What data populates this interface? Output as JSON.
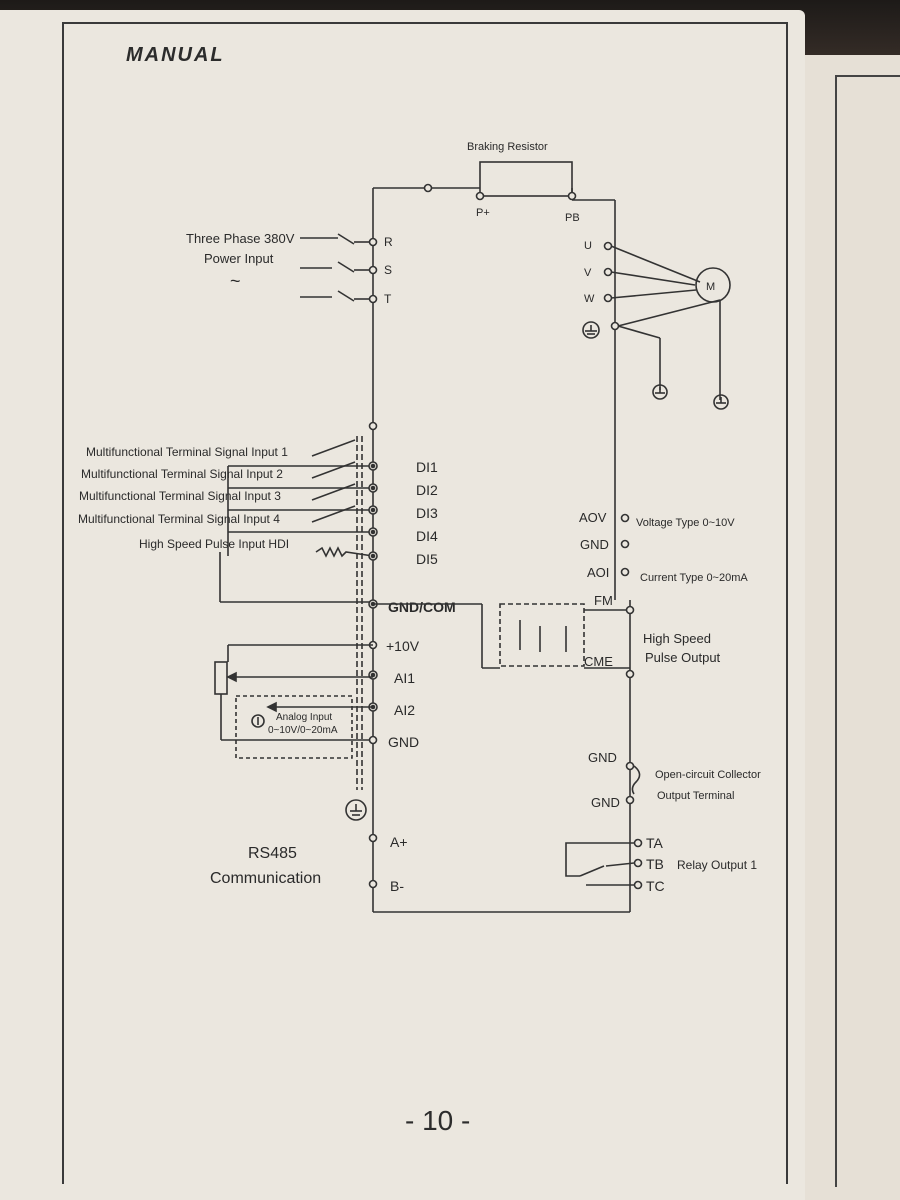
{
  "header": {
    "title": "MANUAL"
  },
  "page_number": "- 10 -",
  "braking": {
    "label": "Braking Resistor",
    "p_plus": "P+",
    "pb": "PB"
  },
  "power": {
    "title_line1": "Three Phase 380V",
    "title_line2": "Power Input",
    "symbol": "~",
    "terminals": [
      "R",
      "S",
      "T"
    ]
  },
  "motor": {
    "label": "M",
    "terminals": [
      "U",
      "V",
      "W"
    ]
  },
  "inputs": {
    "labels": [
      "Multifunctional Terminal Signal Input 1",
      "Multifunctional Terminal Signal Input 2",
      "Multifunctional Terminal Signal Input 3",
      "Multifunctional Terminal Signal Input 4",
      "High Speed Pulse Input HDI"
    ],
    "terminals": [
      "DI1",
      "DI2",
      "DI3",
      "DI4",
      "DI5"
    ]
  },
  "analog": {
    "gnd_com": "GND/COM",
    "plus10v": "+10V",
    "ai1": "AI1",
    "ai2": "AI2",
    "gnd": "GND",
    "box_line1": "Analog Input",
    "box_line2": "0~10V/0~20mA"
  },
  "rs485": {
    "line1": "RS485",
    "line2": "Communication",
    "a_plus": "A+",
    "b_minus": "B-"
  },
  "outputs": {
    "aov": "AOV",
    "aov_desc": "Voltage Type 0~10V",
    "gnd1": "GND",
    "aoi": "AOI",
    "aoi_desc": "Current Type 0~20mA",
    "fm": "FM",
    "cme": "CME",
    "hs_line1": "High Speed",
    "hs_line2": "Pulse Output",
    "oc_gnd1": "GND",
    "oc_gnd2": "GND",
    "oc_line1": "Open-circuit Collector",
    "oc_line2": "Output Terminal",
    "ta": "TA",
    "tb": "TB",
    "tc": "TC",
    "relay": "Relay Output 1"
  }
}
